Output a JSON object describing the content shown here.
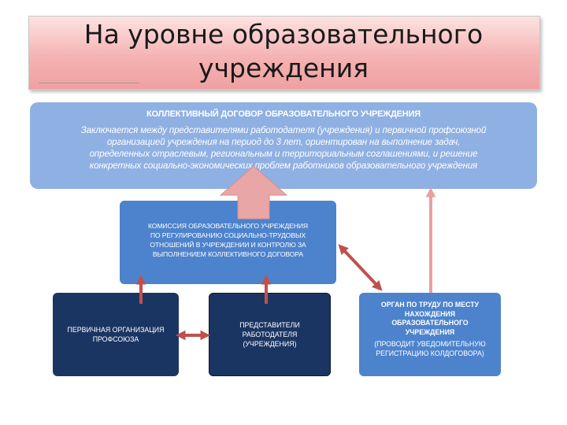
{
  "title": {
    "line1": "На уровне образовательного",
    "line2": "учреждения"
  },
  "contract": {
    "heading": "КОЛЛЕКТИВНЫЙ ДОГОВОР ОБРАЗОВАТЕЛЬНОГО УЧРЕЖДЕНИЯ",
    "body_lines": [
      "Заключается между представителями работодателя (учреждения) и первичной профсоюзной",
      "организацией учреждения на период до 3 лет, ориентирован на выполнение задач,",
      "определенных отраслевым, региональным и территориальным соглашениями, и решение",
      "конкретных социально-экономических проблем работников образовательного учреждения"
    ]
  },
  "commission": {
    "lines": [
      "КОМИССИЯ ОБРАЗОВАТЕЛЬНОГО УЧРЕЖДЕНИЯ",
      "ПО РЕГУЛИРОВАНИЮ СОЦИАЛЬНО-ТРУДОВЫХ",
      "ОТНОШЕНИЙ В УЧРЕЖДЕНИИ И КОНТРОЛЮ ЗА",
      "ВЫПОЛНЕНИЕМ КОЛЛЕКТИВНОГО ДОГОВОРА"
    ]
  },
  "union": {
    "lines": [
      "ПЕРВИЧНАЯ ОРГАНИЗАЦИЯ",
      "ПРОФСОЮЗА"
    ]
  },
  "employer": {
    "lines": [
      "ПРЕДСТАВИТЕЛИ",
      "РАБОТОДАТЕЛЯ",
      "(УЧРЕЖДЕНИЯ)"
    ]
  },
  "labor_authority": {
    "heading_lines": [
      "ОРГАН ПО ТРУДУ ПО МЕСТУ",
      "НАХОЖДЕНИЯ",
      "ОБРАЗОВАТЕЛЬНОГО",
      "УЧРЕЖДЕНИЯ"
    ],
    "note_lines": [
      "(ПРОВОДИТ УВЕДОМИТЕЛЬНУЮ",
      "РЕГИСТРАЦИЮ  КОЛДОГОВОРА)"
    ]
  },
  "colors": {
    "title_gradient_top": "#fde2e2",
    "title_gradient_bottom": "#f0a0a0",
    "contract_box": "#8fb0e2",
    "commission_box": "#4d83cc",
    "dark_box": "#1b3563",
    "arrow_red": "#c0504d",
    "arrow_pink": "#e8a0a0"
  }
}
